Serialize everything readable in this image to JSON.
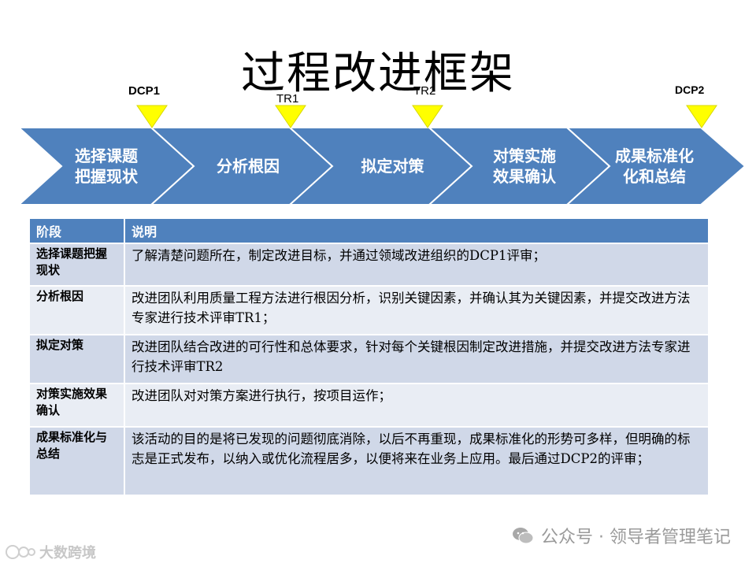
{
  "title": "过程改进框架",
  "colors": {
    "chevron": "#4f81bd",
    "marker": "#ffff00",
    "header": "#4f81bd",
    "row_odd": "#d0d8e8",
    "row_even": "#e9edf4"
  },
  "markers": [
    {
      "label": "DCP1"
    },
    {
      "label": "TR1"
    },
    {
      "label": "TR2"
    },
    {
      "label": "DCP2"
    }
  ],
  "stages": [
    {
      "line1": "选择课题",
      "line2": "把握现状"
    },
    {
      "line1": "分析根因",
      "line2": ""
    },
    {
      "line1": "拟定对策",
      "line2": ""
    },
    {
      "line1": "对策实施",
      "line2": "效果确认"
    },
    {
      "line1": "成果标准化",
      "line2": "化和总结"
    }
  ],
  "table": {
    "headers": [
      "阶段",
      "说明"
    ],
    "rows": [
      {
        "stage": "选择课题把握现状",
        "desc": "了解清楚问题所在，制定改进目标，并通过领域改进组织的DCP1评审；"
      },
      {
        "stage": "分析根因",
        "desc": "改进团队利用质量工程方法进行根因分析，识别关键因素，并确认其为关键因素，并提交改进方法专家进行技术评审TR1；"
      },
      {
        "stage": "拟定对策",
        "desc": "改进团队结合改进的可行性和总体要求，针对每个关键根因制定改进措施，并提交改进方法专家进行技术评审TR2"
      },
      {
        "stage": "对策实施效果确认",
        "desc": "改进团队对对策方案进行执行，按项目运作；"
      },
      {
        "stage": "成果标准化与总结",
        "desc": "该活动的目的是将已发现的问题彻底消除，以后不再重现，成果标准化的形势可多样，但明确的标志是正式发布，以纳入或优化流程居多，以便将来在业务上应用。最后通过DCP2的评审；"
      }
    ]
  },
  "watermark": "公众号 · 领导者管理笔记",
  "brand": "大数跨境",
  "icons": {
    "watermark": "wechat-icon",
    "brand": "brand-logo-icon"
  }
}
